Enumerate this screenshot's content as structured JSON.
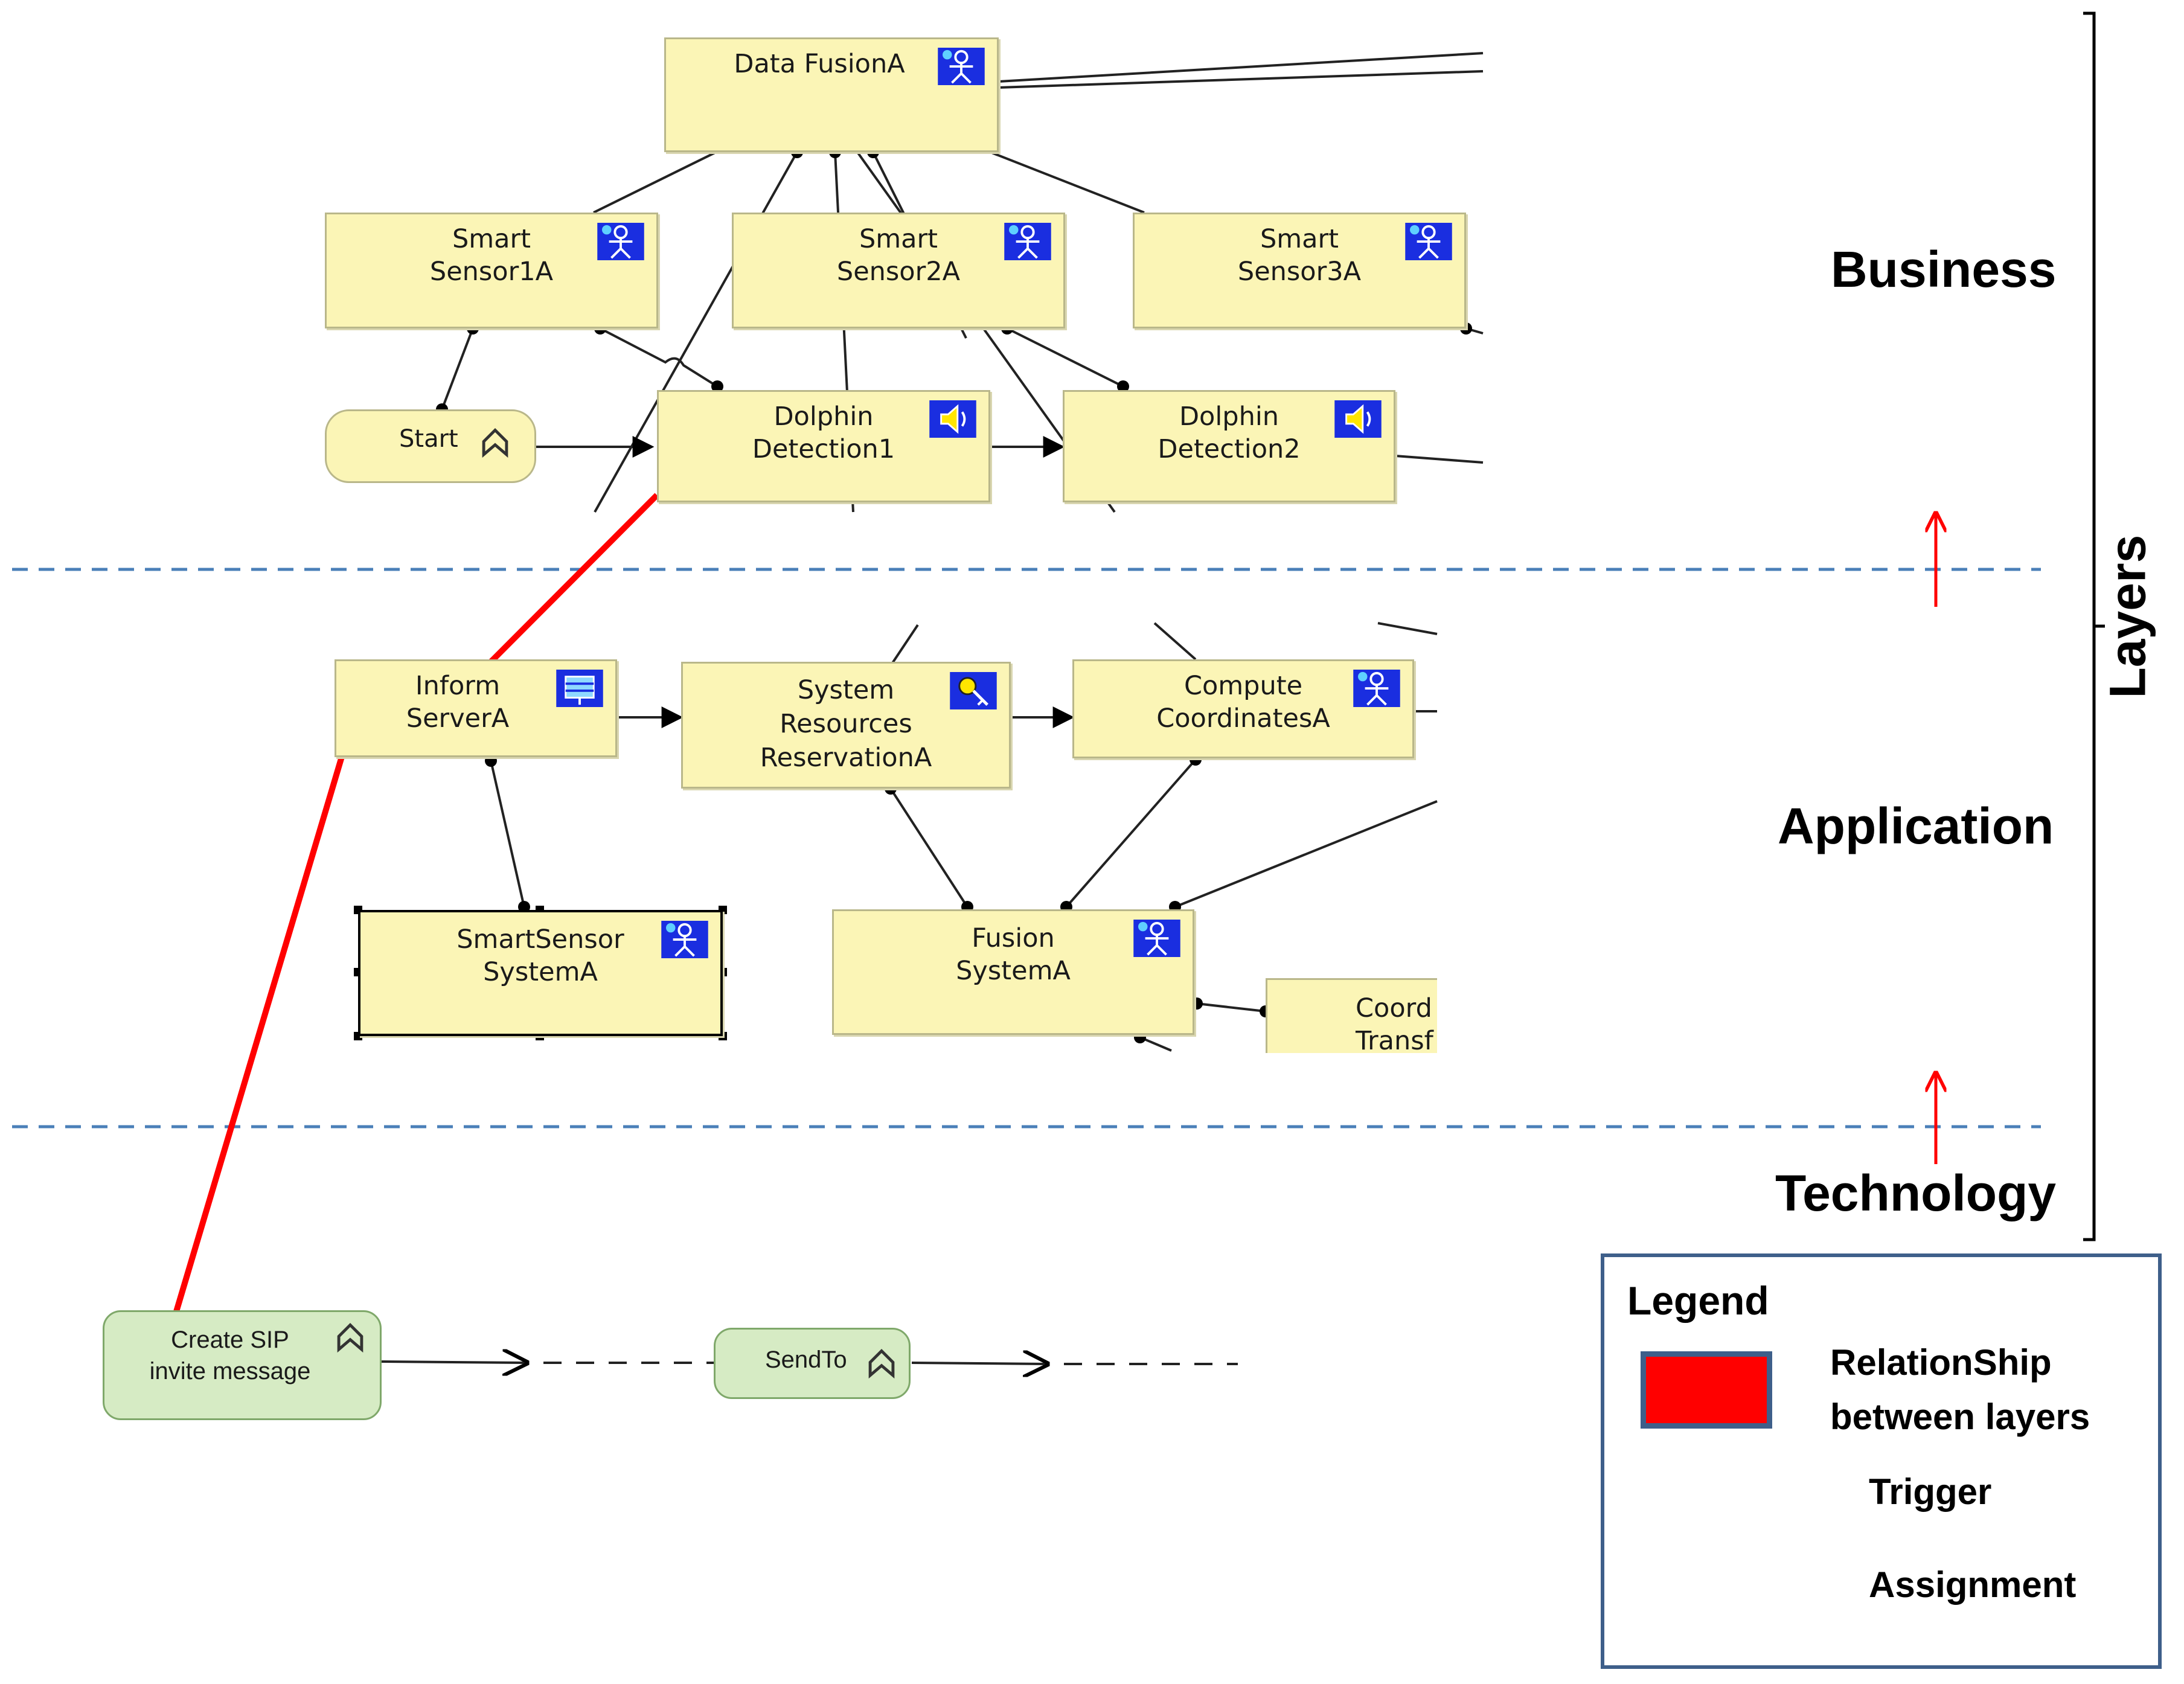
{
  "colors": {
    "node_fill": "#fbf5b6",
    "tech_fill": "#d6ebc4",
    "relationship": "#ff0000",
    "layer_divider": "#4a7fb8",
    "layer_arrow": "#ff0000",
    "legend_border": "#3e5f8a"
  },
  "business": {
    "nodes": [
      {
        "id": "data-fusion",
        "label": "Data FusionA",
        "icon": "role-icon"
      },
      {
        "id": "smart-sensor-1",
        "label": "Smart\nSensor1A",
        "icon": "role-icon"
      },
      {
        "id": "smart-sensor-2",
        "label": "Smart\nSensor2A",
        "icon": "role-icon"
      },
      {
        "id": "smart-sensor-3",
        "label": "Smart\nSensor3A",
        "icon": "role-icon"
      },
      {
        "id": "dolphin-detection-1",
        "label": "Dolphin\nDetection1",
        "icon": "speaker-icon"
      },
      {
        "id": "dolphin-detection-2",
        "label": "Dolphin\nDetection2",
        "icon": "speaker-icon"
      }
    ],
    "start_event": {
      "label": "Start",
      "icon": "event-chevron-icon"
    }
  },
  "application": {
    "nodes": [
      {
        "id": "inform-server",
        "label": "Inform\nServerA",
        "icon": "server-icon"
      },
      {
        "id": "system-resources",
        "label": "System\nResources\nReservationA",
        "icon": "key-role-icon"
      },
      {
        "id": "compute-coordinates",
        "label": "Compute\nCoordinatesA",
        "icon": "role-icon"
      },
      {
        "id": "smartsensor-system",
        "label": "SmartSensor\nSystemA",
        "icon": "role-icon"
      },
      {
        "id": "fusion-system",
        "label": "Fusion\nSystemA",
        "icon": "role-icon"
      },
      {
        "id": "coord-transf",
        "label": "Coord\nTransf",
        "icon": "none"
      }
    ]
  },
  "technology": {
    "nodes": [
      {
        "id": "create-sip",
        "label": "Create SIP\ninvite message",
        "icon": "event-chevron-icon"
      },
      {
        "id": "send-to",
        "label": "SendTo",
        "icon": "event-chevron-icon"
      }
    ]
  },
  "layers": {
    "title": "Layers",
    "business": "Business",
    "application": "Application",
    "technology": "Technology"
  },
  "legend": {
    "title": "Legend",
    "relationship_label": "RelationShip\nbetween layers",
    "trigger_label": "Trigger",
    "assignment_label": "Assignment"
  }
}
